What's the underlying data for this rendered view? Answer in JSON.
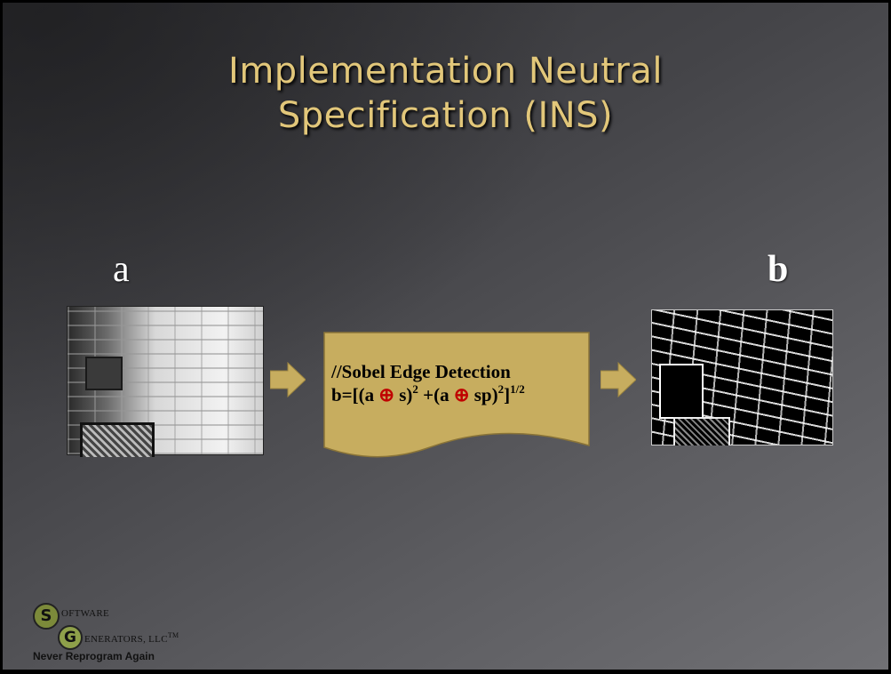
{
  "slide": {
    "title_line1": "Implementation Neutral",
    "title_line2": "Specification (INS)",
    "input_label": "a",
    "output_label": "b",
    "accent_color": "#e2c77a",
    "box_color": "#c7ad5f"
  },
  "formula_box": {
    "comment": "//Sobel Edge Detection",
    "eq_prefix": "b=[(a ",
    "operator": "⊕",
    "eq_s": " s)",
    "exp1": "2",
    "eq_mid": " +(a ",
    "eq_sp": " sp)",
    "exp2": "2",
    "eq_close": "]",
    "exp3": "1/2"
  },
  "images": {
    "input_image": "grayscale-photo-brick-wall",
    "output_image": "sobel-edge-map"
  },
  "logo": {
    "initial_1": "S",
    "word_1": "OFTWARE",
    "initial_2": "G",
    "word_2": "ENERATORS, LLC",
    "trademark": "TM",
    "tagline": "Never Reprogram Again"
  }
}
